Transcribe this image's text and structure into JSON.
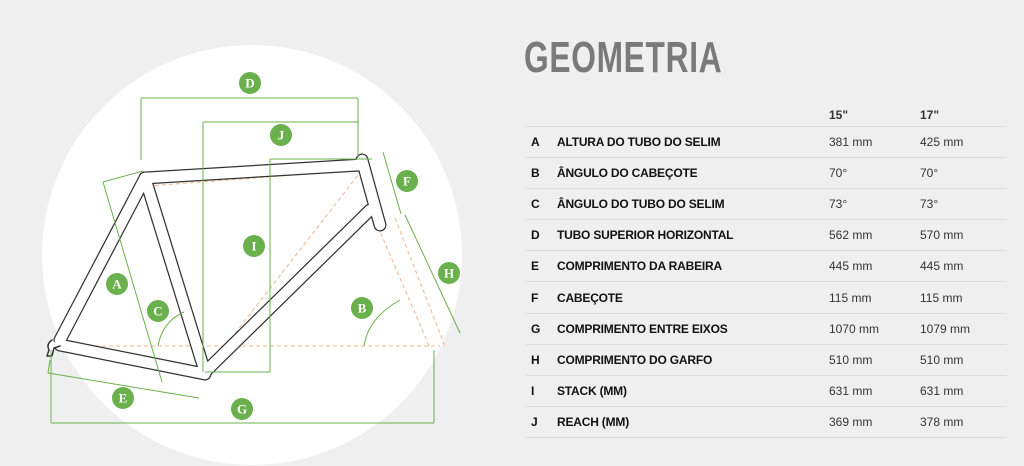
{
  "title": "GEOMETRIA",
  "colors": {
    "accent": "#6ab04c",
    "background": "#efefef",
    "guide": "#f3b48a"
  },
  "table": {
    "sizes": [
      "15\"",
      "17\""
    ],
    "rows": [
      {
        "key": "A",
        "name": "ALTURA DO TUBO DO SELIM",
        "values": [
          "381 mm",
          "425 mm"
        ]
      },
      {
        "key": "B",
        "name": "ÂNGULO DO CABEÇOTE",
        "values": [
          "70°",
          "70°"
        ]
      },
      {
        "key": "C",
        "name": "ÂNGULO DO TUBO DO SELIM",
        "values": [
          "73°",
          "73°"
        ]
      },
      {
        "key": "D",
        "name": "TUBO SUPERIOR HORIZONTAL",
        "values": [
          "562 mm",
          "570 mm"
        ]
      },
      {
        "key": "E",
        "name": "COMPRIMENTO DA RABEIRA",
        "values": [
          "445 mm",
          "445 mm"
        ]
      },
      {
        "key": "F",
        "name": "CABEÇOTE",
        "values": [
          "115 mm",
          "115 mm"
        ]
      },
      {
        "key": "G",
        "name": "COMPRIMENTO ENTRE EIXOS",
        "values": [
          "1070 mm",
          "1079 mm"
        ]
      },
      {
        "key": "H",
        "name": "COMPRIMENTO DO GARFO",
        "values": [
          "510 mm",
          "510 mm"
        ]
      },
      {
        "key": "I",
        "name": "STACK (MM)",
        "values": [
          "631 mm",
          "631 mm"
        ]
      },
      {
        "key": "J",
        "name": "REACH (MM)",
        "values": [
          "369 mm",
          "378 mm"
        ]
      }
    ]
  },
  "diagram": {
    "labels": {
      "A": "A",
      "B": "B",
      "C": "C",
      "D": "D",
      "E": "E",
      "F": "F",
      "G": "G",
      "H": "H",
      "I": "I",
      "J": "J"
    }
  }
}
